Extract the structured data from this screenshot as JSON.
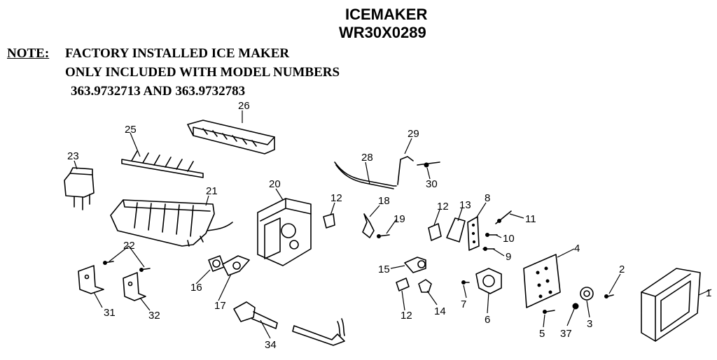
{
  "title": {
    "line1": "ICEMAKER",
    "line2": "WR30X0289"
  },
  "note": {
    "prefix": "NOTE:",
    "line1": "FACTORY INSTALLED ICE MAKER",
    "line2": "ONLY INCLUDED WITH MODEL NUMBERS",
    "line3": "363.9732713 AND 363.9732783"
  },
  "callouts": {
    "c1": "1",
    "c2": "2",
    "c3": "3",
    "c4": "4",
    "c5": "5",
    "c6": "6",
    "c7": "7",
    "c8": "8",
    "c9": "9",
    "c10": "10",
    "c11": "11",
    "c12a": "12",
    "c12b": "12",
    "c12c": "12",
    "c13": "13",
    "c14": "14",
    "c15": "15",
    "c16": "16",
    "c17": "17",
    "c18": "18",
    "c19": "19",
    "c20": "20",
    "c21": "21",
    "c22": "22",
    "c23": "23",
    "c25": "25",
    "c26": "26",
    "c28": "28",
    "c29": "29",
    "c30": "30",
    "c31": "31",
    "c32": "32",
    "c34": "34",
    "c37": "37"
  }
}
